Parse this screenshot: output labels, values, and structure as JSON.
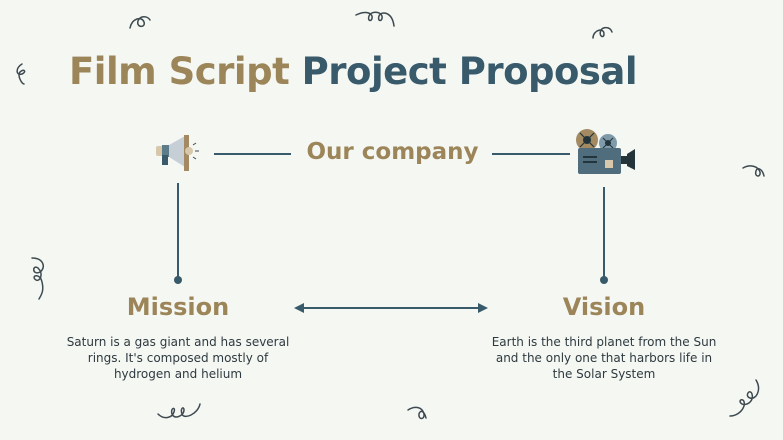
{
  "slide": {
    "title_part1": "Film Script",
    "title_part2": "Project Proposal",
    "center_label": "Our company",
    "mission": {
      "heading": "Mission",
      "text": "Saturn is a gas giant and has several rings. It's composed mostly of hydrogen and helium"
    },
    "vision": {
      "heading": "Vision",
      "text": "Earth is the third planet from the Sun and the only one that harbors life in the Solar System"
    },
    "icons": {
      "left": "megaphone-icon",
      "right": "film-projector-icon"
    }
  },
  "colors": {
    "background": "#f5f7f3",
    "accent_gold": "#9c8558",
    "accent_blue": "#385a6a",
    "text": "#2e3a3f"
  }
}
